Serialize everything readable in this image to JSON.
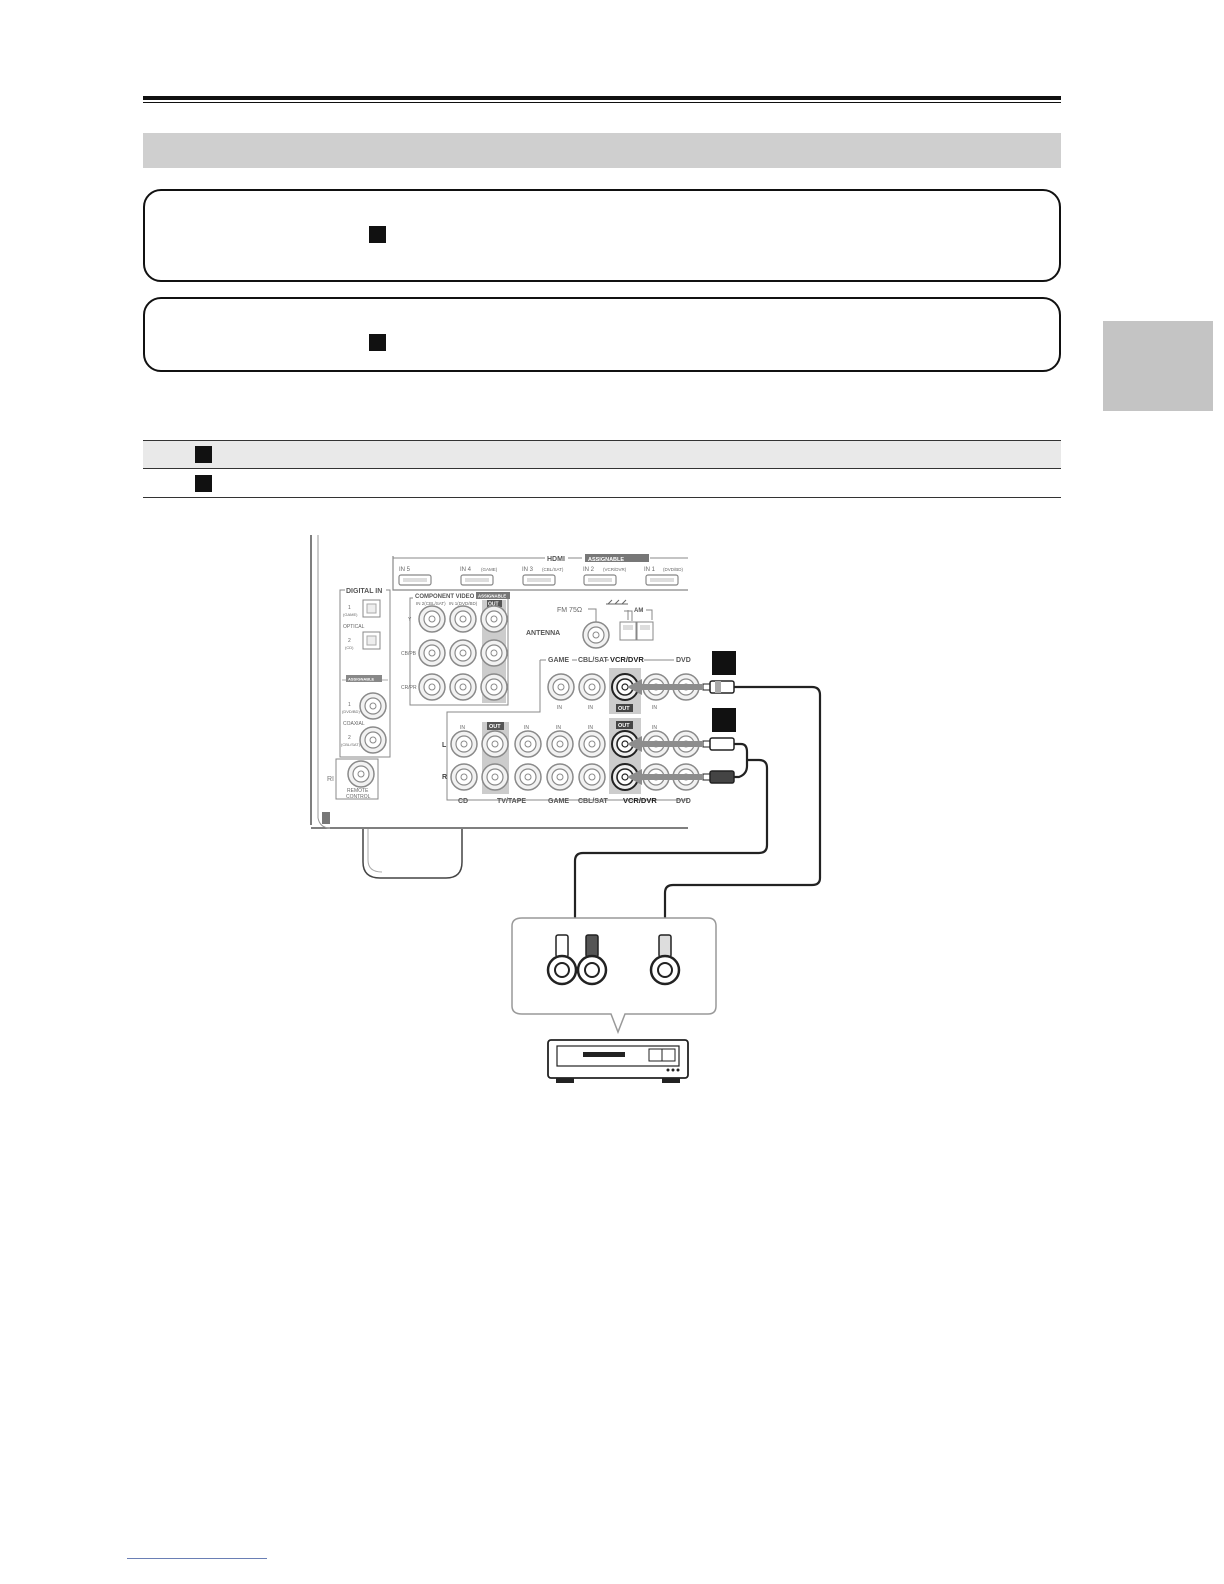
{
  "panel": {
    "digital_in": "DIGITAL IN",
    "optical_1": "1",
    "optical_1_sub": "(GAME)",
    "optical_label": "OPTICAL",
    "optical_2": "2",
    "optical_2_sub": "(CD)",
    "assignable_small": "ASSIGNABLE",
    "coaxial_1": "1",
    "coaxial_1_sub": "(DVD/BD)",
    "coaxial_label": "COAXIAL",
    "coaxial_2": "2",
    "coaxial_2_sub": "(CBL/SAT)",
    "remote_control": "REMOTE",
    "remote_control2": "CONTROL",
    "ri": "RI",
    "hdmi": "HDMI",
    "hdmi_assignable": "ASSIGNABLE",
    "hdmi_in5": "IN 5",
    "hdmi_in4": "IN 4",
    "hdmi_in4_sub": "(GAME)",
    "hdmi_in3": "IN 3",
    "hdmi_in3_sub": "(CBL/SAT)",
    "hdmi_in2": "IN 2",
    "hdmi_in2_sub": "(VCR/DVR)",
    "hdmi_in1": "IN 1",
    "hdmi_in1_sub": "(DVD/BD)",
    "component_video": "COMPONENT VIDEO",
    "component_assignable": "ASSIGNABLE",
    "component_in2": "IN 2(CBL/SAT)",
    "component_in1": "IN 1(DVD/BD)",
    "component_out": "OUT",
    "y": "Y",
    "cb_pb": "CB/PB",
    "cr_pr": "CR/PR",
    "fm": "FM 75Ω",
    "am": "AM",
    "antenna": "ANTENNA",
    "game": "GAME",
    "cbl_sat": "CBL/SAT",
    "vcr_dvr": "VCR/DVR",
    "dvd": "DVD",
    "in": "IN",
    "out": "OUT",
    "l": "L",
    "r": "R",
    "cd": "CD",
    "tv_tape": "TV/TAPE"
  }
}
